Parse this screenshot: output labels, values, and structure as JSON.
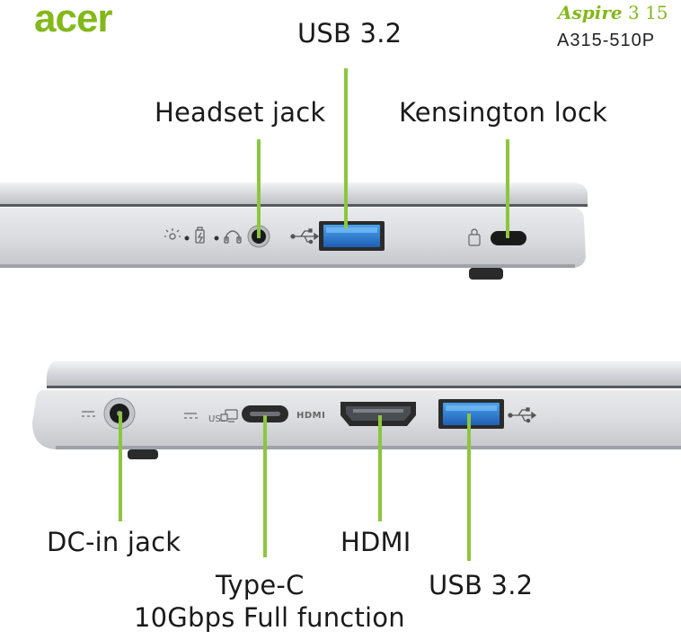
{
  "brand": {
    "logo_text": "acer",
    "color": "#83b81a"
  },
  "model": {
    "series": "Aspire",
    "size": "3 15",
    "code": "A315-510P"
  },
  "right_side": {
    "labels": {
      "usb": "USB 3.2",
      "headset": "Headset jack",
      "kensington": "Kensington lock"
    },
    "icons": [
      "power-light-icon",
      "battery-charge-icon",
      "headset-icon",
      "usb-icon",
      "kensington-icon"
    ]
  },
  "left_side": {
    "labels": {
      "dc_in": "DC-in jack",
      "hdmi": "HDMI",
      "usb": "USB 3.2",
      "typec_line1": "Type-C",
      "typec_line2": "10Gbps Full function"
    },
    "port_text": {
      "hdmi": "HDMI",
      "usb": "USB"
    }
  },
  "colors": {
    "accent": "#8cc63f",
    "port_blue": "#2e7fd6",
    "chassis": "#d7d9dc"
  }
}
